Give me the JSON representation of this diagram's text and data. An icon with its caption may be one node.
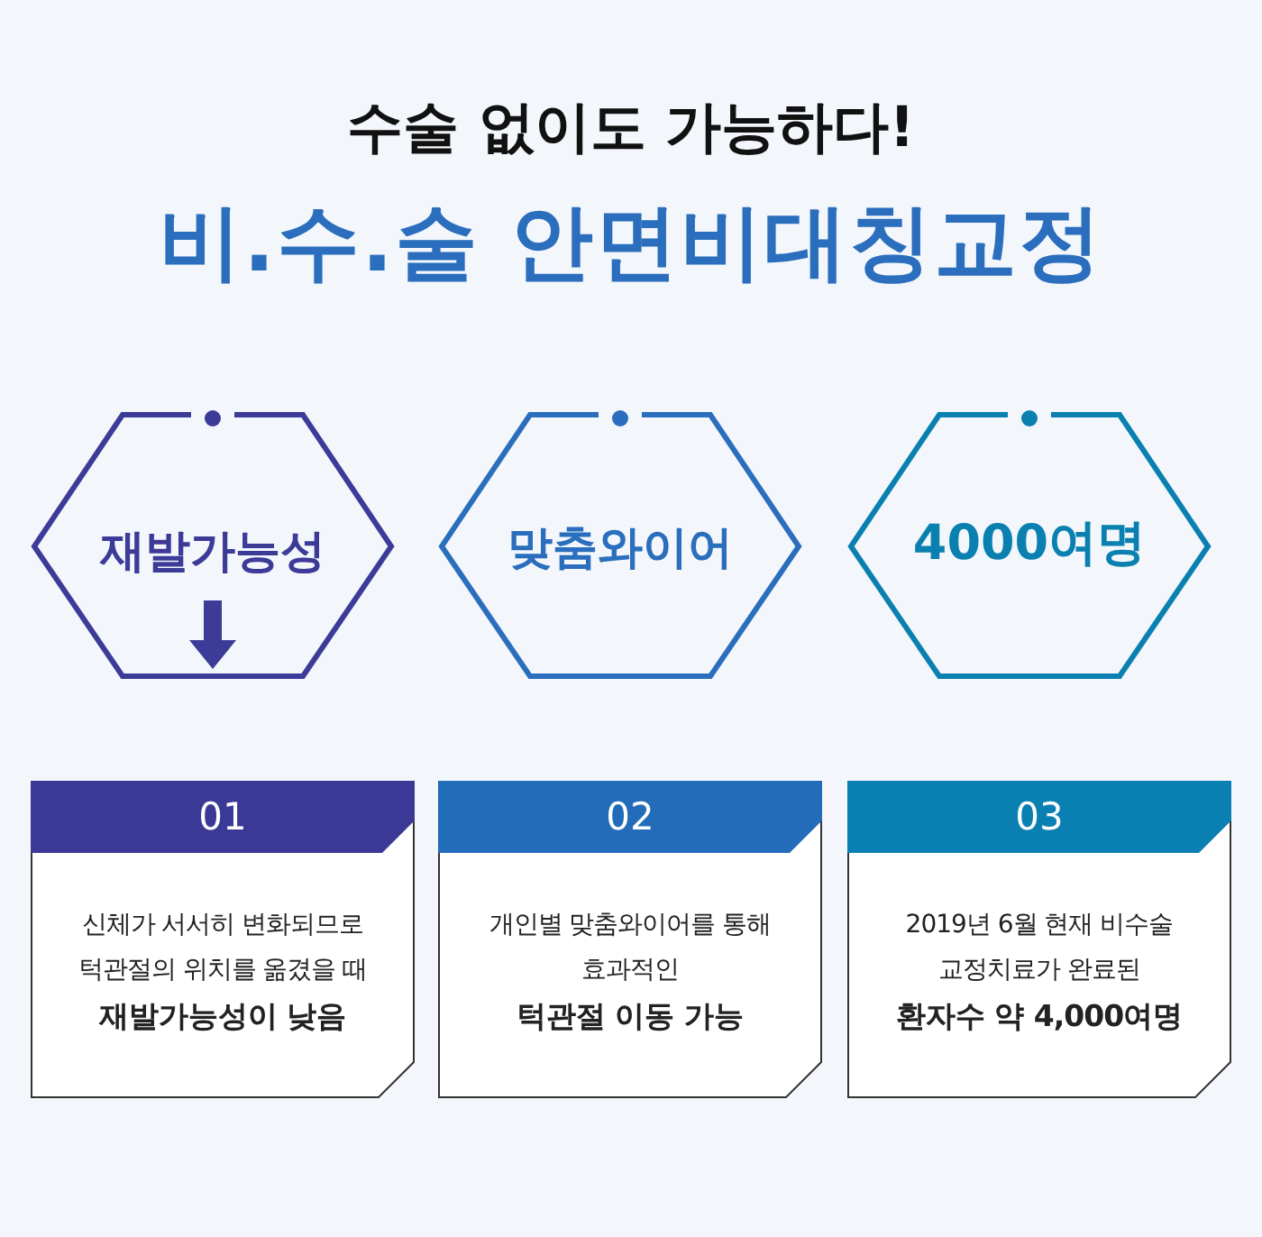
{
  "diagram": {
    "title": "비.수.술 안면비대칭교정",
    "labels": [
      "수술 없이도 가능하다!"
    ],
    "nodes": [
      {
        "text": [
          "재발가능성"
        ]
      },
      {
        "text": [
          "맞춤와이어"
        ]
      },
      {
        "text": [
          "4000여명"
        ]
      },
      {
        "text": [
          "01",
          "신체가 서서히 변화되므로 턱관절의 위치를 옮겼을 때 **재발가능성이 낮음**"
        ]
      },
      {
        "text": [
          "02",
          "개인별 맞춤와이어를 통해 효과적인 **턱관절 이동 가능**"
        ]
      },
      {
        "text": [
          "03",
          "2019년 6월 현재 비수술 교정치료가 완료된 **환자수 약 4,000여명**"
        ]
      }
    ]
  }
}
